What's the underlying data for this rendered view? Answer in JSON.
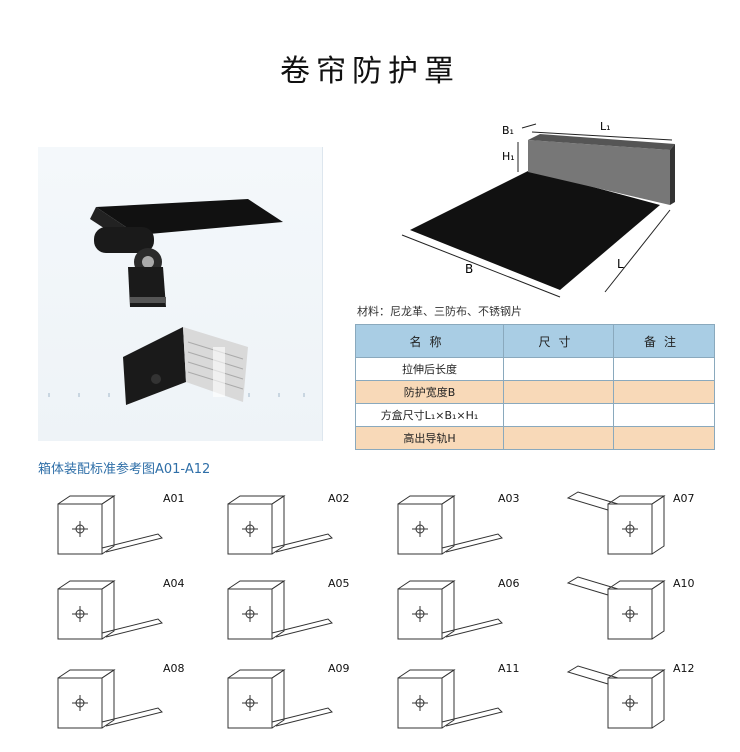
{
  "title": "卷帘防护罩",
  "diagram": {
    "b1": "B₁",
    "h1": "H₁",
    "l1": "L₁",
    "b": "B",
    "l": "L"
  },
  "materials": "材料：尼龙革、三防布、不锈钢片",
  "table": {
    "headers": [
      "名称",
      "尺寸",
      "备注"
    ],
    "rows": [
      {
        "name": "拉伸后长度",
        "size": "",
        "note": ""
      },
      {
        "name": "防护宽度B",
        "size": "",
        "note": ""
      },
      {
        "name": "方盒尺寸L₁×B₁×H₁",
        "size": "",
        "note": ""
      },
      {
        "name": "高出导轨H",
        "size": "",
        "note": ""
      }
    ]
  },
  "section_title": "箱体装配标准参考图A01-A12",
  "variants": [
    "A01",
    "A02",
    "A03",
    "A07",
    "A04",
    "A05",
    "A06",
    "A10",
    "A08",
    "A09",
    "A11",
    "A12"
  ],
  "colors": {
    "table_header": "#a9cde4",
    "table_alt_row": "#f8d9b8",
    "section_title": "#2f6fa8",
    "curtain_black": "#111111"
  }
}
